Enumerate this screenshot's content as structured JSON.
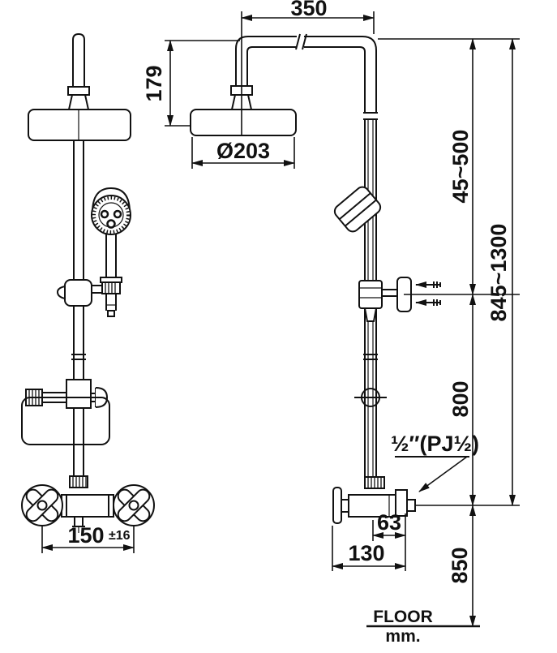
{
  "dimensions": {
    "top_width": "350",
    "head_drop": "179",
    "head_diameter": "Ø203",
    "upper_adjust_range": "45~500",
    "overall_adjust_range": "845~1300",
    "bracket_to_valve": "800",
    "valve_to_floor": "850",
    "outlet_offset": "63",
    "valve_depth": "130",
    "handle_span": "150",
    "handle_span_tolerance": "±16",
    "connection_spec": "½″(PJ½)"
  },
  "labels": {
    "floor": "FLOOR",
    "unit": "mm."
  },
  "colors": {
    "line": "#111111",
    "background": "#ffffff"
  }
}
